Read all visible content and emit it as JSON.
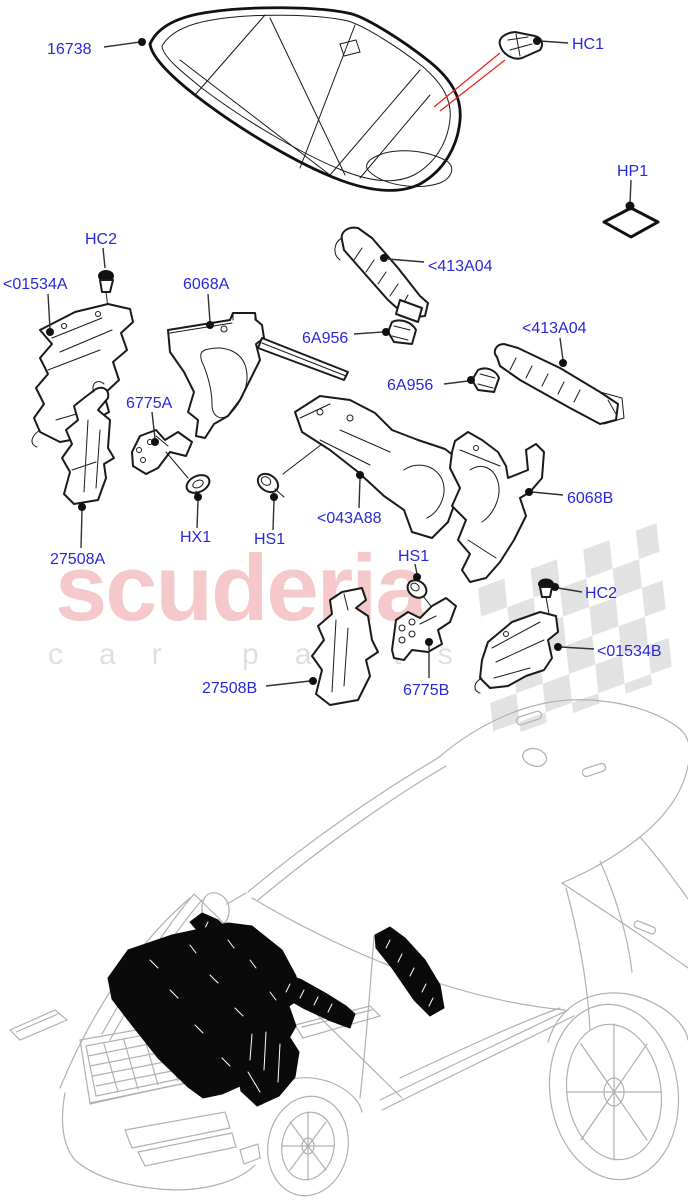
{
  "diagram": {
    "labels": [
      {
        "text": "16738"
      },
      {
        "text": "HC1"
      },
      {
        "text": "HP1"
      },
      {
        "text": "HC2"
      },
      {
        "text": "<01534A"
      },
      {
        "text": "6068A"
      },
      {
        "text": "<413A04"
      },
      {
        "text": "6A956"
      },
      {
        "text": "<413A04"
      },
      {
        "text": "6A956"
      },
      {
        "text": "6775A"
      },
      {
        "text": "6068B"
      },
      {
        "text": "<043A88"
      },
      {
        "text": "HX1"
      },
      {
        "text": "HS1"
      },
      {
        "text": "27508A"
      },
      {
        "text": "HS1"
      },
      {
        "text": "HC2"
      },
      {
        "text": "<01534B"
      },
      {
        "text": "27508B"
      },
      {
        "text": "6775B"
      }
    ]
  },
  "watermark": {
    "brand": "scuderia",
    "tagline": "car parts"
  },
  "colors": {
    "background": "#ffffff",
    "callout_text": "#2828dc",
    "leader_line": "#303030",
    "part_outline": "#1a1a1a",
    "red_reference_line": "#e8201c",
    "watermark_pink": "#f5c9cb",
    "watermark_gray": "#dfdfdf",
    "checkered_flag_gray": "#e2e2e2",
    "vehicle_line_gray": "#b0b0b0",
    "highlighted_part_fill": "#0a0a0a"
  }
}
